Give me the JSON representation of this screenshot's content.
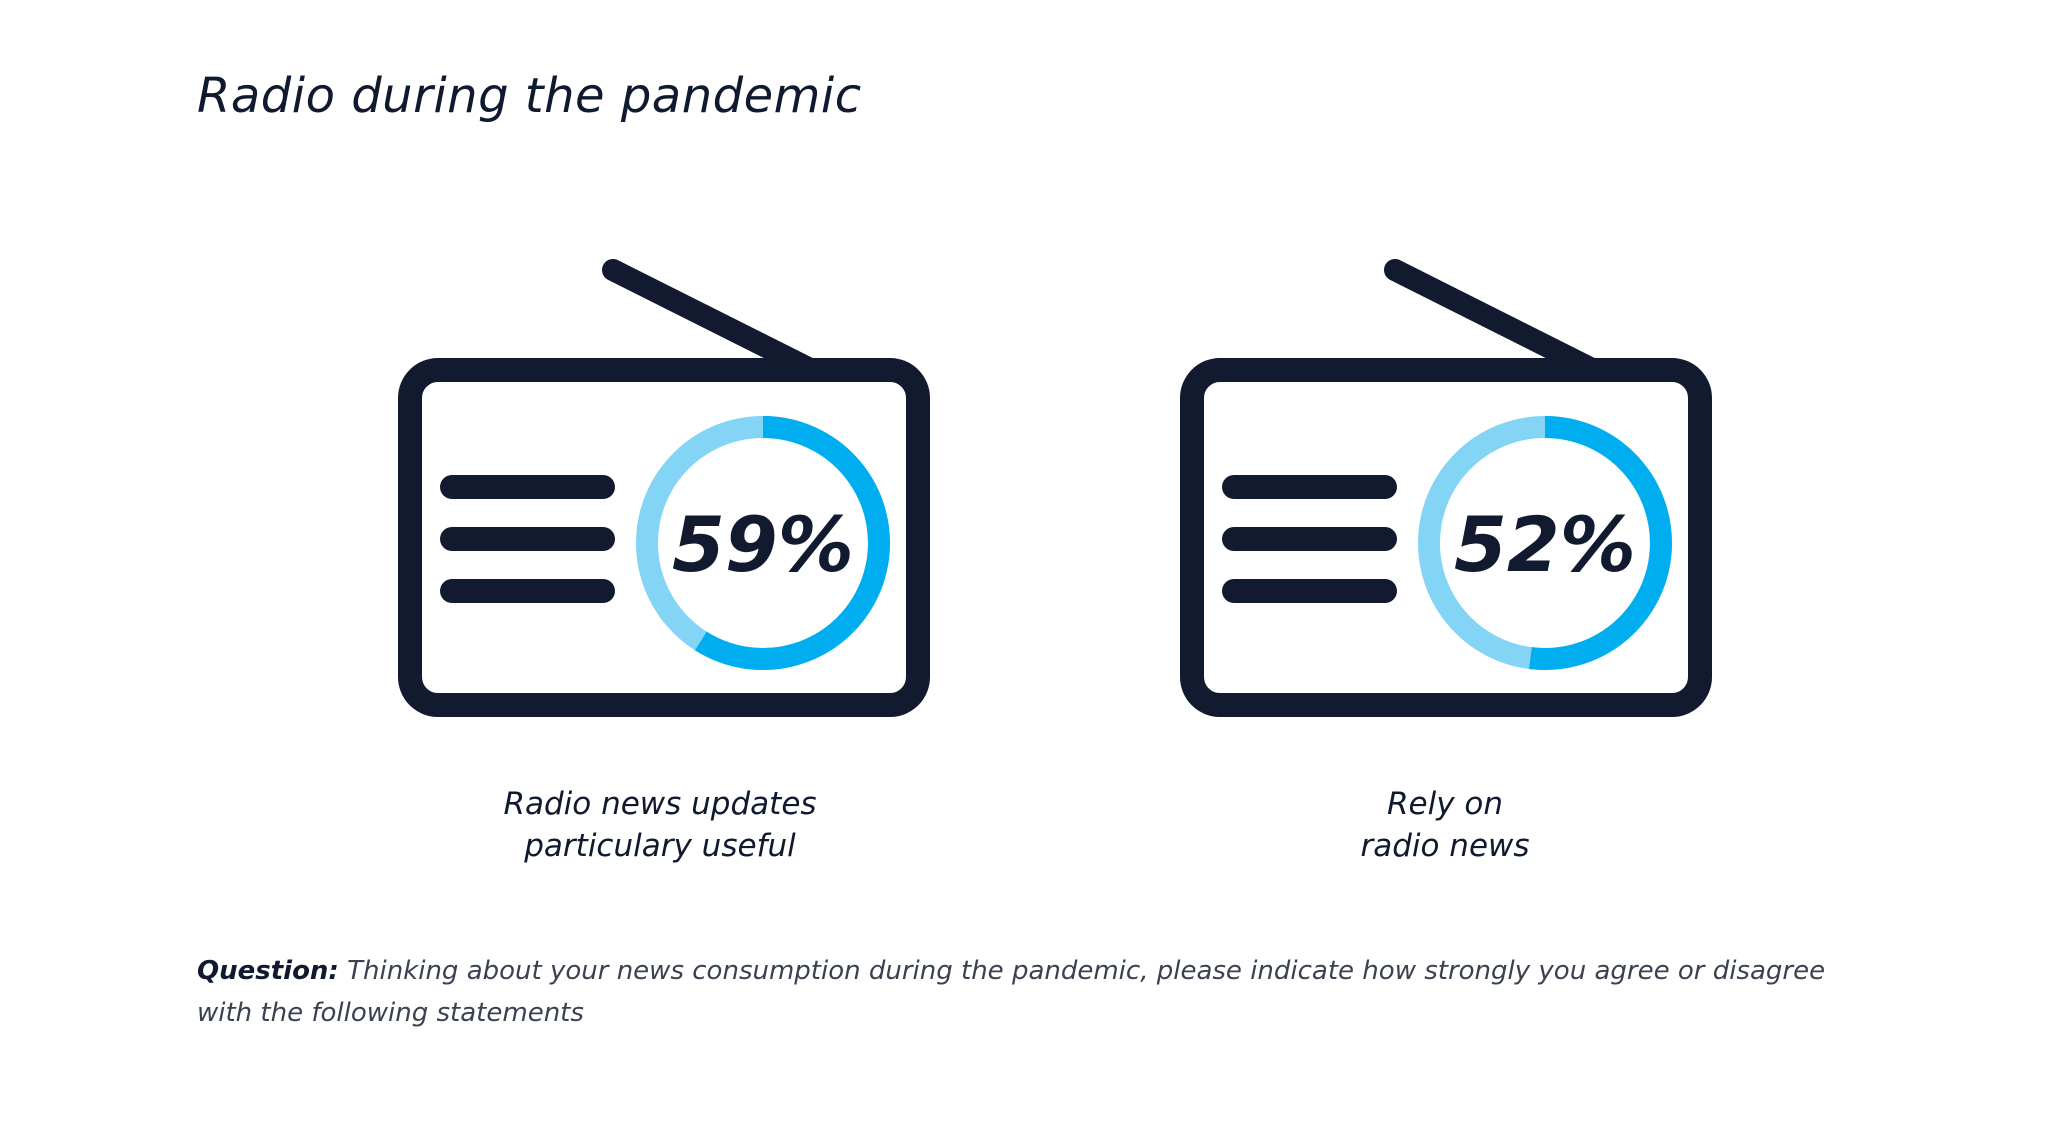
{
  "title": "Radio during the pandemic",
  "colors": {
    "ink": "#111a2e",
    "ring_track": "#84d4f6",
    "ring_value": "#00aeef"
  },
  "chart_data": [
    {
      "type": "pie",
      "value": 59,
      "value_label": "59%",
      "label_lines": [
        "Radio news updates",
        "particulary useful"
      ]
    },
    {
      "type": "pie",
      "value": 52,
      "value_label": "52%",
      "label_lines": [
        "Rely on",
        "radio news"
      ]
    }
  ],
  "footnote": {
    "label": "Question:",
    "text": "Thinking about your news consumption during the pandemic, please indicate how strongly you agree or disagree with the following statements"
  }
}
